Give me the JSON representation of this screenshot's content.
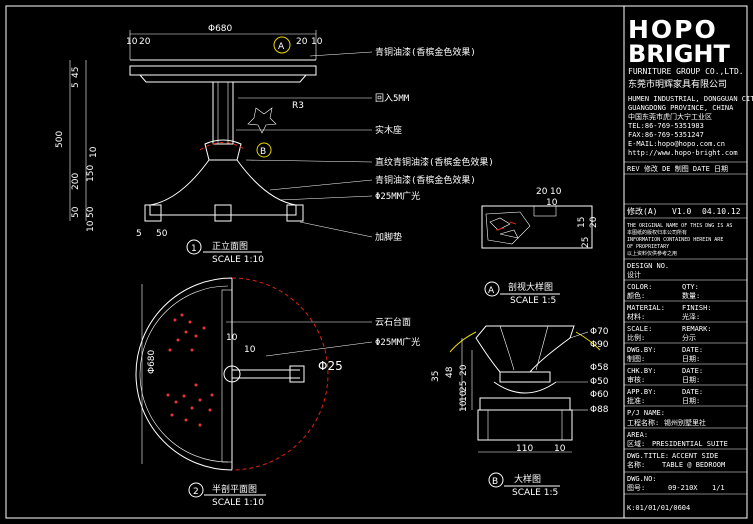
{
  "brand": {
    "logo_line1": "HOPO",
    "logo_line2": "BRIGHT",
    "company_en": "FURNITURE GROUP CO.,LTD.",
    "company_cn": "东莞市明辉家具有限公司",
    "address_lines": [
      "HUMEN INDUSTRIAL, DONGGUAN CITY",
      "GUANGDONG PROVINCE, CHINA",
      "中国东莞市虎门大宁工业区",
      "TEL:86-769-5351983",
      "FAX:86-769-5351247",
      "E-MAIL:hopo@hopo.com.cn",
      "http://www.hopo-bright.com"
    ]
  },
  "title_block": {
    "rev_header": "REV  修改  DE 制图  DATE 日期",
    "revision": {
      "label": "修改(A)",
      "version": "V1.0",
      "date": "04.10.12"
    },
    "notice_lines": [
      "THE ORIGINAL NAME OF THIS DWG IS AS",
      "本图纸的版权归本公司所有",
      "INFORMATION CONTAINED HEREIN ARE",
      "OF PROPRIETARY",
      "以上资料仅供参考之用"
    ],
    "fields": [
      {
        "en": "DESIGN NO.",
        "en_value": "",
        "cn": "设计",
        "cn_value": ""
      },
      {
        "en": "COLOR:",
        "en_value": "QTY:",
        "cn": "颜色:",
        "cn_value": "数量:"
      },
      {
        "en": "MATERIAL:",
        "en_value": "FINISH:",
        "cn": "材料:",
        "cn_value": "光泽:"
      },
      {
        "en": "SCALE:",
        "en_value": "REMARK:",
        "cn": "比例:",
        "cn_value": "分示"
      },
      {
        "en": "DWG.BY:",
        "en_value": "DATE:",
        "cn": "制图:",
        "cn_value": "日期:"
      },
      {
        "en": "CHK.BY:",
        "en_value": "DATE:",
        "cn": "审核:",
        "cn_value": "日期:"
      },
      {
        "en": "APP.BY:",
        "en_value": "DATE:",
        "cn": "批准:",
        "cn_value": "日期:"
      }
    ],
    "project_name_label": "P/J NAME:",
    "project_name_cn": "工程名称:",
    "project_name_value": "锡州别墅里社",
    "area_label": "AREA:",
    "area_cn": "区域:",
    "area_value": "PRESIDENTIAL SUITE",
    "dwg_title_label": "DWG.TITLE:",
    "dwg_title_value": "ACCENT SIDE",
    "dwg_title_cn": "名称:",
    "dwg_title_cn_value": "TABLE @ BEDROOM",
    "dwg_no_label": "DWG.NO:",
    "dwg_no_cn": "图号:",
    "dwg_no_value": "09-210X",
    "sheet": "1/1",
    "file_path": "K:01/01/01/0604"
  },
  "views": {
    "front": {
      "number": "1",
      "title": "正立面图",
      "scale": "SCALE 1:10"
    },
    "plan": {
      "number": "2",
      "title": "半剖平面图",
      "scale": "SCALE 1:10"
    },
    "section": {
      "number": "A",
      "title": "剖视大样图",
      "scale": "SCALE 1:5"
    },
    "detail": {
      "number": "B",
      "title": "大样图",
      "scale": "SCALE 1:5"
    }
  },
  "callouts": {
    "front": [
      "青铜油漆(香槟金色效果)",
      "回入5MM",
      "实木座",
      "直纹青铜油漆(香槟金色效果)",
      "青铜油漆(香槟金色效果)",
      "Φ25MM广光",
      "加脚垫"
    ],
    "plan": [
      "云石台面",
      "Φ25MM广光"
    ],
    "markers": {
      "a": "A",
      "b": "B",
      "r3": "R3"
    }
  },
  "dimensions": {
    "front_top": [
      "Φ680",
      "10",
      "20",
      "20",
      "10"
    ],
    "front_left": [
      "500",
      "45",
      "5",
      "10",
      "200",
      "150",
      "50",
      "50",
      "10"
    ],
    "front_bottom": [
      "5",
      "50"
    ],
    "plan": [
      "Φ680",
      "10",
      "10",
      "Φ25"
    ],
    "section": [
      "20",
      "10",
      "10",
      "15",
      "20",
      "25"
    ],
    "detail_right": [
      "Φ70",
      "Φ90",
      "Φ58",
      "Φ50",
      "Φ60",
      "Φ88"
    ],
    "detail_left": [
      "35",
      "48",
      "20",
      "25",
      "10",
      "10"
    ],
    "detail_bottom": [
      "110",
      "10"
    ]
  }
}
